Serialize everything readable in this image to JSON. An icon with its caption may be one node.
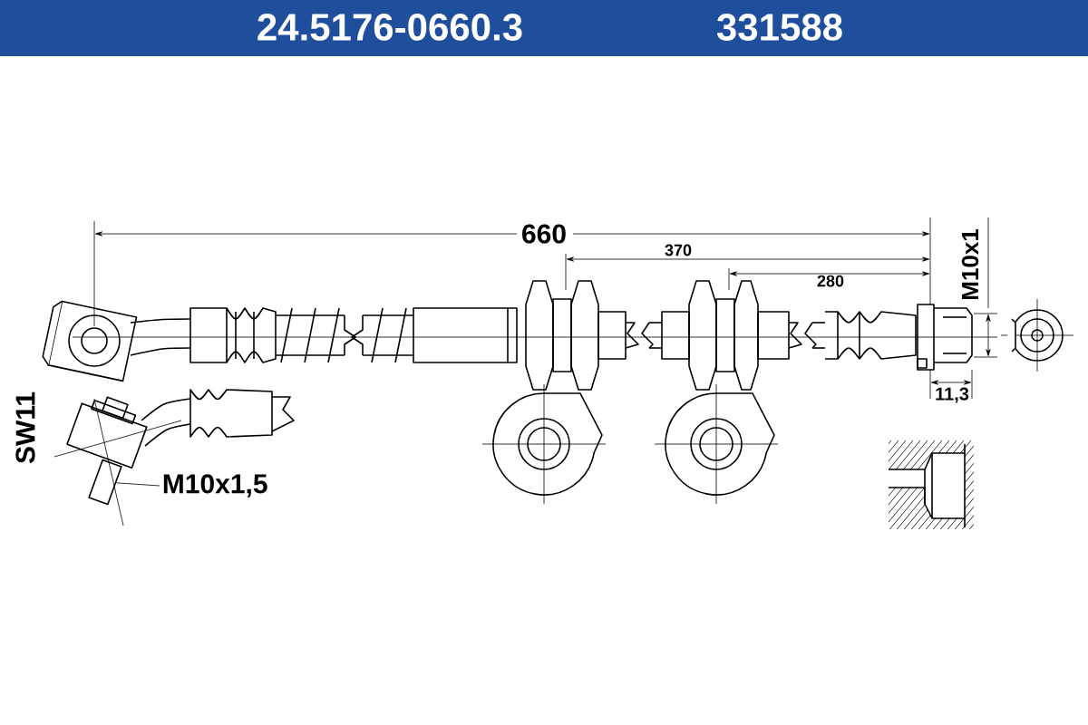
{
  "diagram": {
    "title": "24.5176-0660.3",
    "nodes": [
      {
        "text": [
          "M10x1,5"
        ]
      },
      {
        "text": [],
        "shape": "box"
      }
    ],
    "edges": [
      {
        "from": 0,
        "to": 1,
        "arrow": "none"
      }
    ],
    "labels": [
      "331588",
      "660",
      "370",
      "280",
      "M10x1",
      "11,3",
      "SW11"
    ]
  }
}
